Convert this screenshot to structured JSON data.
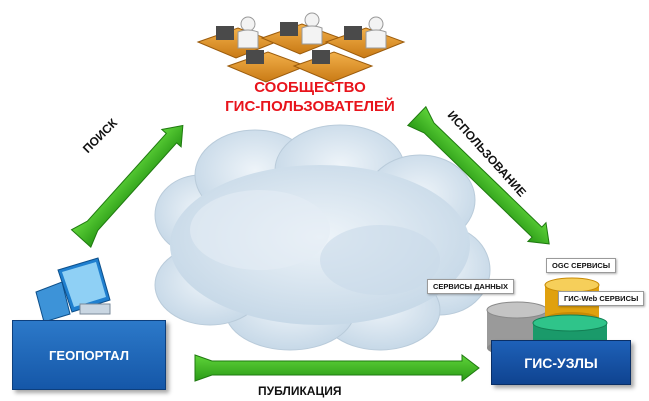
{
  "community": {
    "line1": "СООБЩЕСТВО",
    "line2": "ГИС-ПОЛЬЗОВАТЕЛЕЙ"
  },
  "edges": {
    "search": "ПОИСК",
    "usage": "ИСПОЛЬЗОВАНИЕ",
    "publish": "ПУБЛИКАЦИЯ"
  },
  "nodes": {
    "geoportal": "ГЕОПОРТАЛ",
    "gis_nodes": "ГИС-УЗЛЫ"
  },
  "services": {
    "data": "СЕРВИСЫ ДАННЫХ",
    "ogc": "OGC СЕРВИСЫ",
    "web": "ГИС-Web СЕРВИСЫ"
  },
  "colors": {
    "arrow": "#3cb521",
    "accent_red": "#e8141c",
    "box_blue": "#1b5eb3",
    "cloud": "#d6e4ef"
  }
}
